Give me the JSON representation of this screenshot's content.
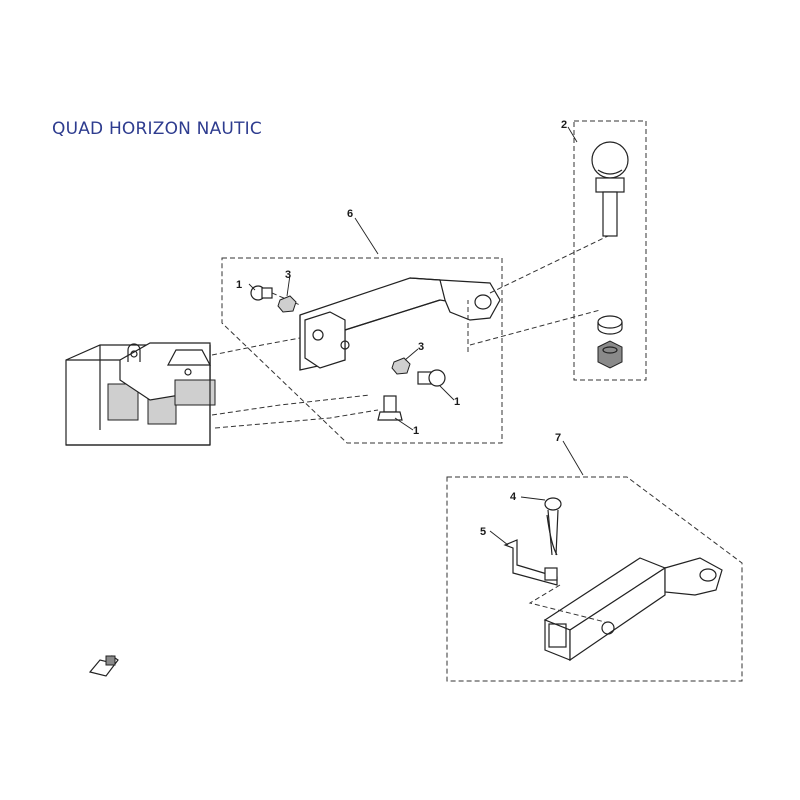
{
  "title": "QUAD HORIZON NAUTIC",
  "callouts": {
    "c1a": "1",
    "c1b": "1",
    "c1c": "1",
    "c2": "2",
    "c3a": "3",
    "c3b": "3",
    "c4": "4",
    "c5": "5",
    "c6": "6",
    "c7": "7"
  },
  "colors": {
    "title": "#2e3c8f",
    "line": "#222222"
  }
}
